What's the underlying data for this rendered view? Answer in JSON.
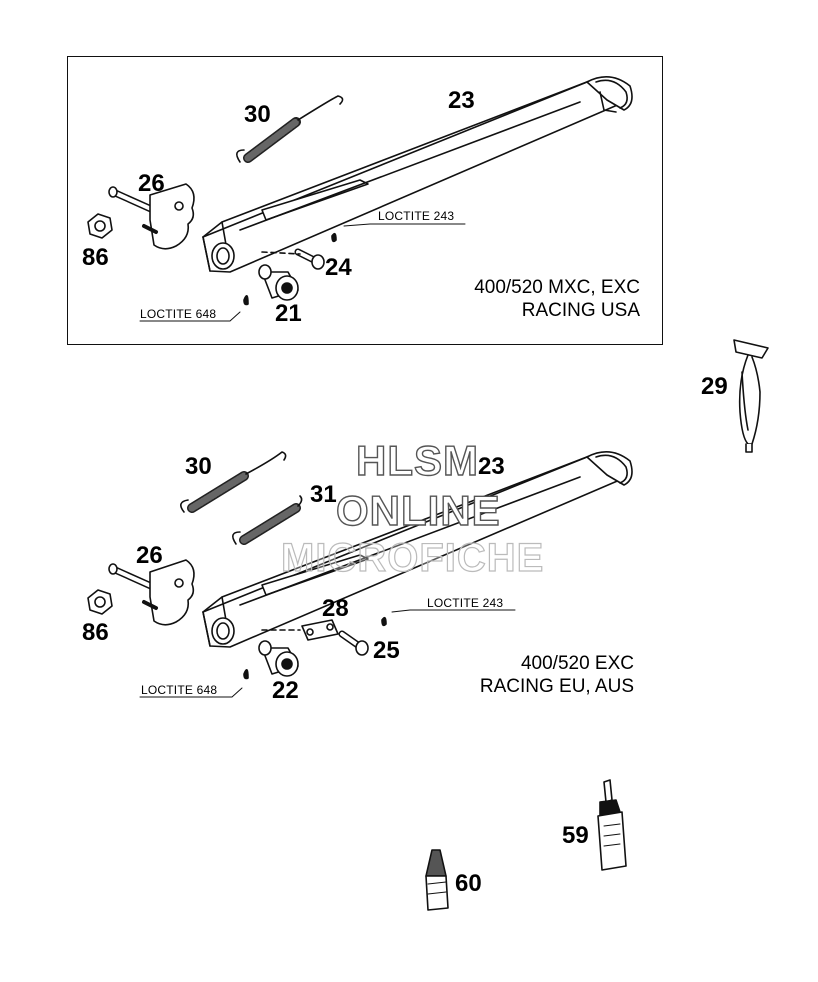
{
  "panel_top": {
    "caption_line1": "400/520 MXC, EXC",
    "caption_line2": "RACING USA",
    "labels": {
      "p30": "30",
      "p23": "23",
      "p26": "26",
      "p86": "86",
      "p24": "24",
      "p21": "21"
    },
    "loctite_243": "LOCTITE 243",
    "loctite_648": "LOCTITE 648"
  },
  "panel_bottom": {
    "caption_line1": "400/520 EXC",
    "caption_line2": "RACING EU, AUS",
    "labels": {
      "p30": "30",
      "p23": "23",
      "p31": "31",
      "p26": "26",
      "p86": "86",
      "p28": "28",
      "p25": "25",
      "p22": "22"
    },
    "loctite_243": "LOCTITE 243",
    "loctite_648": "LOCTITE 648"
  },
  "loose_parts": {
    "p29": "29",
    "p59": "59",
    "p60": "60"
  },
  "watermark": {
    "line1": "HLSM",
    "line2": "ONLINE",
    "line3": "MICROFICHE"
  }
}
